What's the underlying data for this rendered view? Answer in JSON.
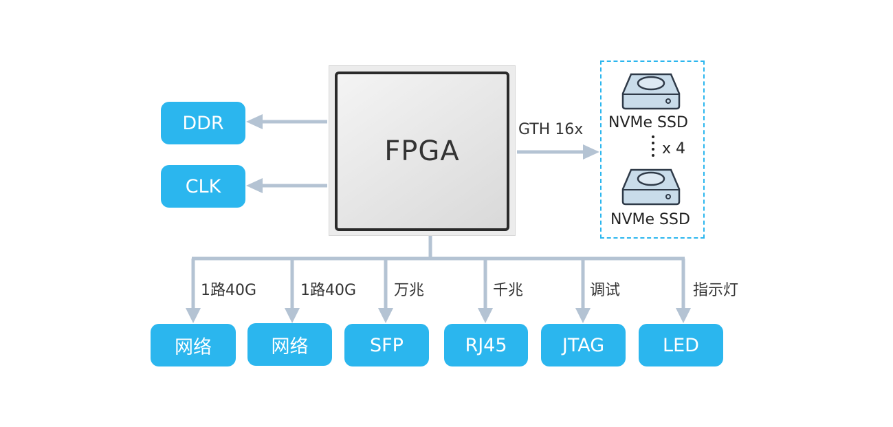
{
  "fpga": {
    "title": "FPGA"
  },
  "left_blocks": [
    {
      "label": "DDR"
    },
    {
      "label": "CLK"
    }
  ],
  "link": {
    "label": "GTH 16x"
  },
  "storage": {
    "drive_label_top": "NVMe  SSD",
    "drive_label_bottom": "NVMe  SSD",
    "count": "x 4"
  },
  "bottom_blocks": [
    {
      "label": "网络",
      "link": "1路40G"
    },
    {
      "label": "网络",
      "link": "1路40G"
    },
    {
      "label": "SFP",
      "link": "万兆"
    },
    {
      "label": "RJ45",
      "link": "千兆"
    },
    {
      "label": "JTAG",
      "link": "调试"
    },
    {
      "label": "LED",
      "link": "指示灯"
    }
  ],
  "colors": {
    "accent": "#2bb6ee",
    "arrow": "#b4c3d3"
  }
}
